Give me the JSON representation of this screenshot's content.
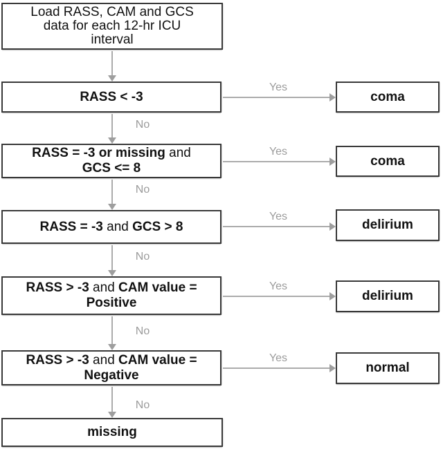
{
  "flowchart": {
    "start": {
      "text": "Load RASS, CAM and GCS\ndata for each 12-hr ICU\ninterval"
    },
    "decisions": [
      {
        "bold1": "RASS < -3",
        "regular": "",
        "bold2": ""
      },
      {
        "bold1": "RASS = -3 or missing",
        "regular": " and",
        "bold2": "\nGCS <= 8"
      },
      {
        "bold1": "RASS = -3",
        "regular": " and",
        "bold2": " GCS > 8"
      },
      {
        "bold1": "RASS > -3",
        "regular": " and",
        "bold2": " CAM value =\nPositive"
      },
      {
        "bold1": "RASS > -3",
        "regular": " and",
        "bold2": " CAM value =\nNegative"
      }
    ],
    "outcomes": [
      "coma",
      "coma",
      "delirium",
      "delirium",
      "normal"
    ],
    "fallback": "missing",
    "edge_labels": {
      "yes": "Yes",
      "no": "No"
    },
    "colors": {
      "box_border": "#383838",
      "box_fill": "#ffffff",
      "text": "#111111",
      "arrow": "#a6a6a6",
      "edge_label": "#9b9b9b",
      "background": "#ffffff"
    }
  }
}
